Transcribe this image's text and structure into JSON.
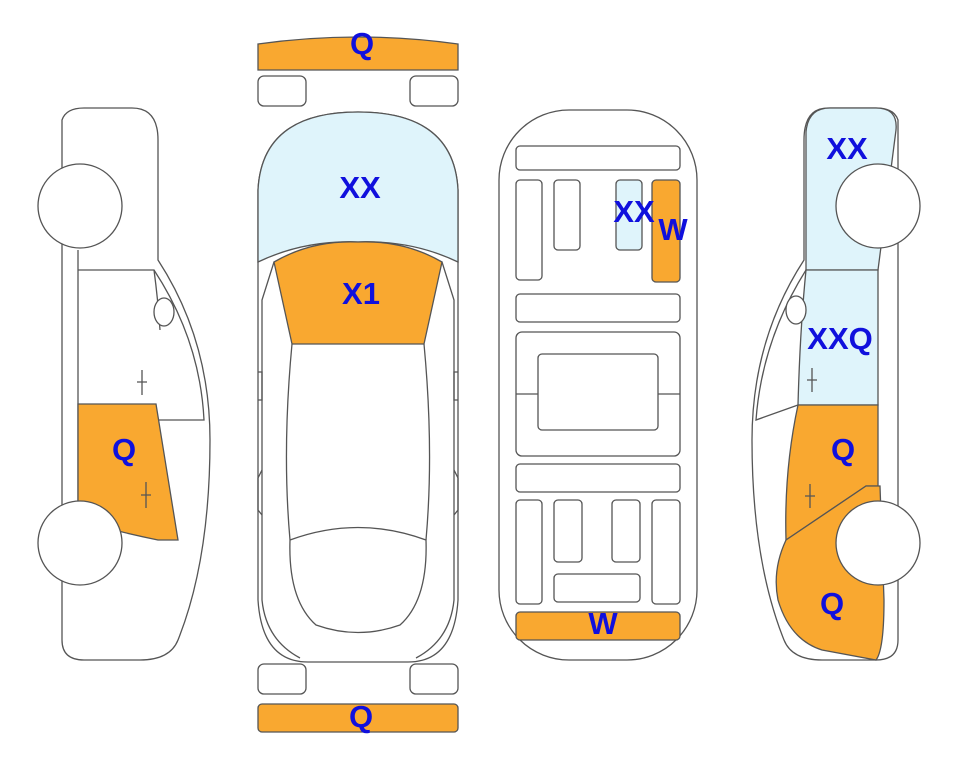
{
  "colors": {
    "orange": "#f9a830",
    "light_blue": "#dff4fb",
    "outline": "#555555",
    "label": "#1010dd"
  },
  "labels": {
    "front_bumper": "Q",
    "windshield": "XX",
    "hood": "X1",
    "rear_bumper": "Q",
    "roof_small_panel": "XX",
    "roof_strip": "W",
    "roof_rear": "W",
    "left_rear_door": "Q",
    "right_top": "XX",
    "right_front_door": "XXQ",
    "right_rear_door": "Q",
    "right_rear_quarter": "Q"
  }
}
